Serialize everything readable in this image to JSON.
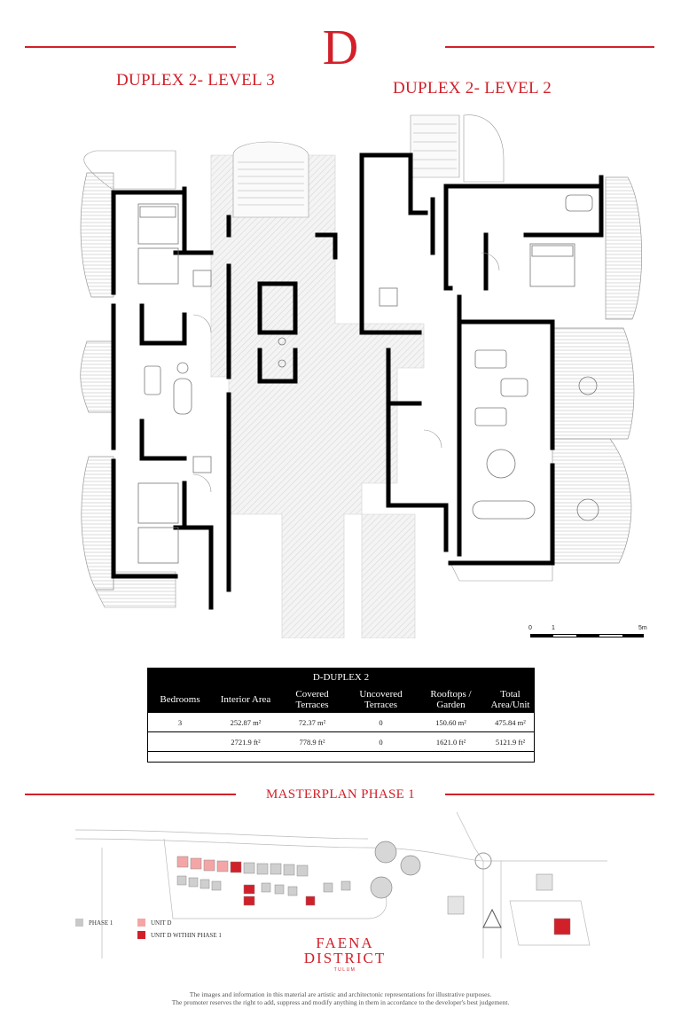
{
  "header": {
    "unit_letter": "D",
    "level3_title": "DUPLEX 2- LEVEL 3",
    "level2_title": "DUPLEX 2- LEVEL 2"
  },
  "scale_bar": {
    "labels": [
      "0",
      "1",
      "5m"
    ]
  },
  "area_table": {
    "caption": "D-DUPLEX 2",
    "headers": [
      "Bedrooms",
      "Interior Area",
      "Covered Terraces",
      "Uncovered Terraces",
      "Rooftops / Garden",
      "Total Area/Unit"
    ],
    "rows": [
      [
        "3",
        "252.87 m²",
        "72.37 m²",
        "0",
        "150.60 m²",
        "475.84 m²"
      ],
      [
        "",
        "2721.9 ft²",
        "778.9 ft²",
        "0",
        "1621.0 ft²",
        "5121.9 ft²"
      ]
    ]
  },
  "masterplan": {
    "title": "MASTERPLAN PHASE 1",
    "legend": [
      {
        "label": "PHASE 1",
        "color": "#c8c8c8"
      },
      {
        "label": "UNIT D",
        "color": "#f4a6a6"
      },
      {
        "label": "UNIT D WITHIN PHASE 1",
        "color": "#d2202a"
      }
    ]
  },
  "brand": {
    "line1": "FAENA",
    "line2": "DISTRICT",
    "line3": "TULUM"
  },
  "disclaimer": {
    "line1": "The images and information in this material are artistic and architectonic representations for illustrative purposes.",
    "line2": "The promoter reserves the right to add, suppress and modify anything in them in accordance to the developer's best judgement."
  },
  "colors": {
    "accent": "#d2202a",
    "wall": "#000000",
    "hatch": "#dcdcdc"
  }
}
